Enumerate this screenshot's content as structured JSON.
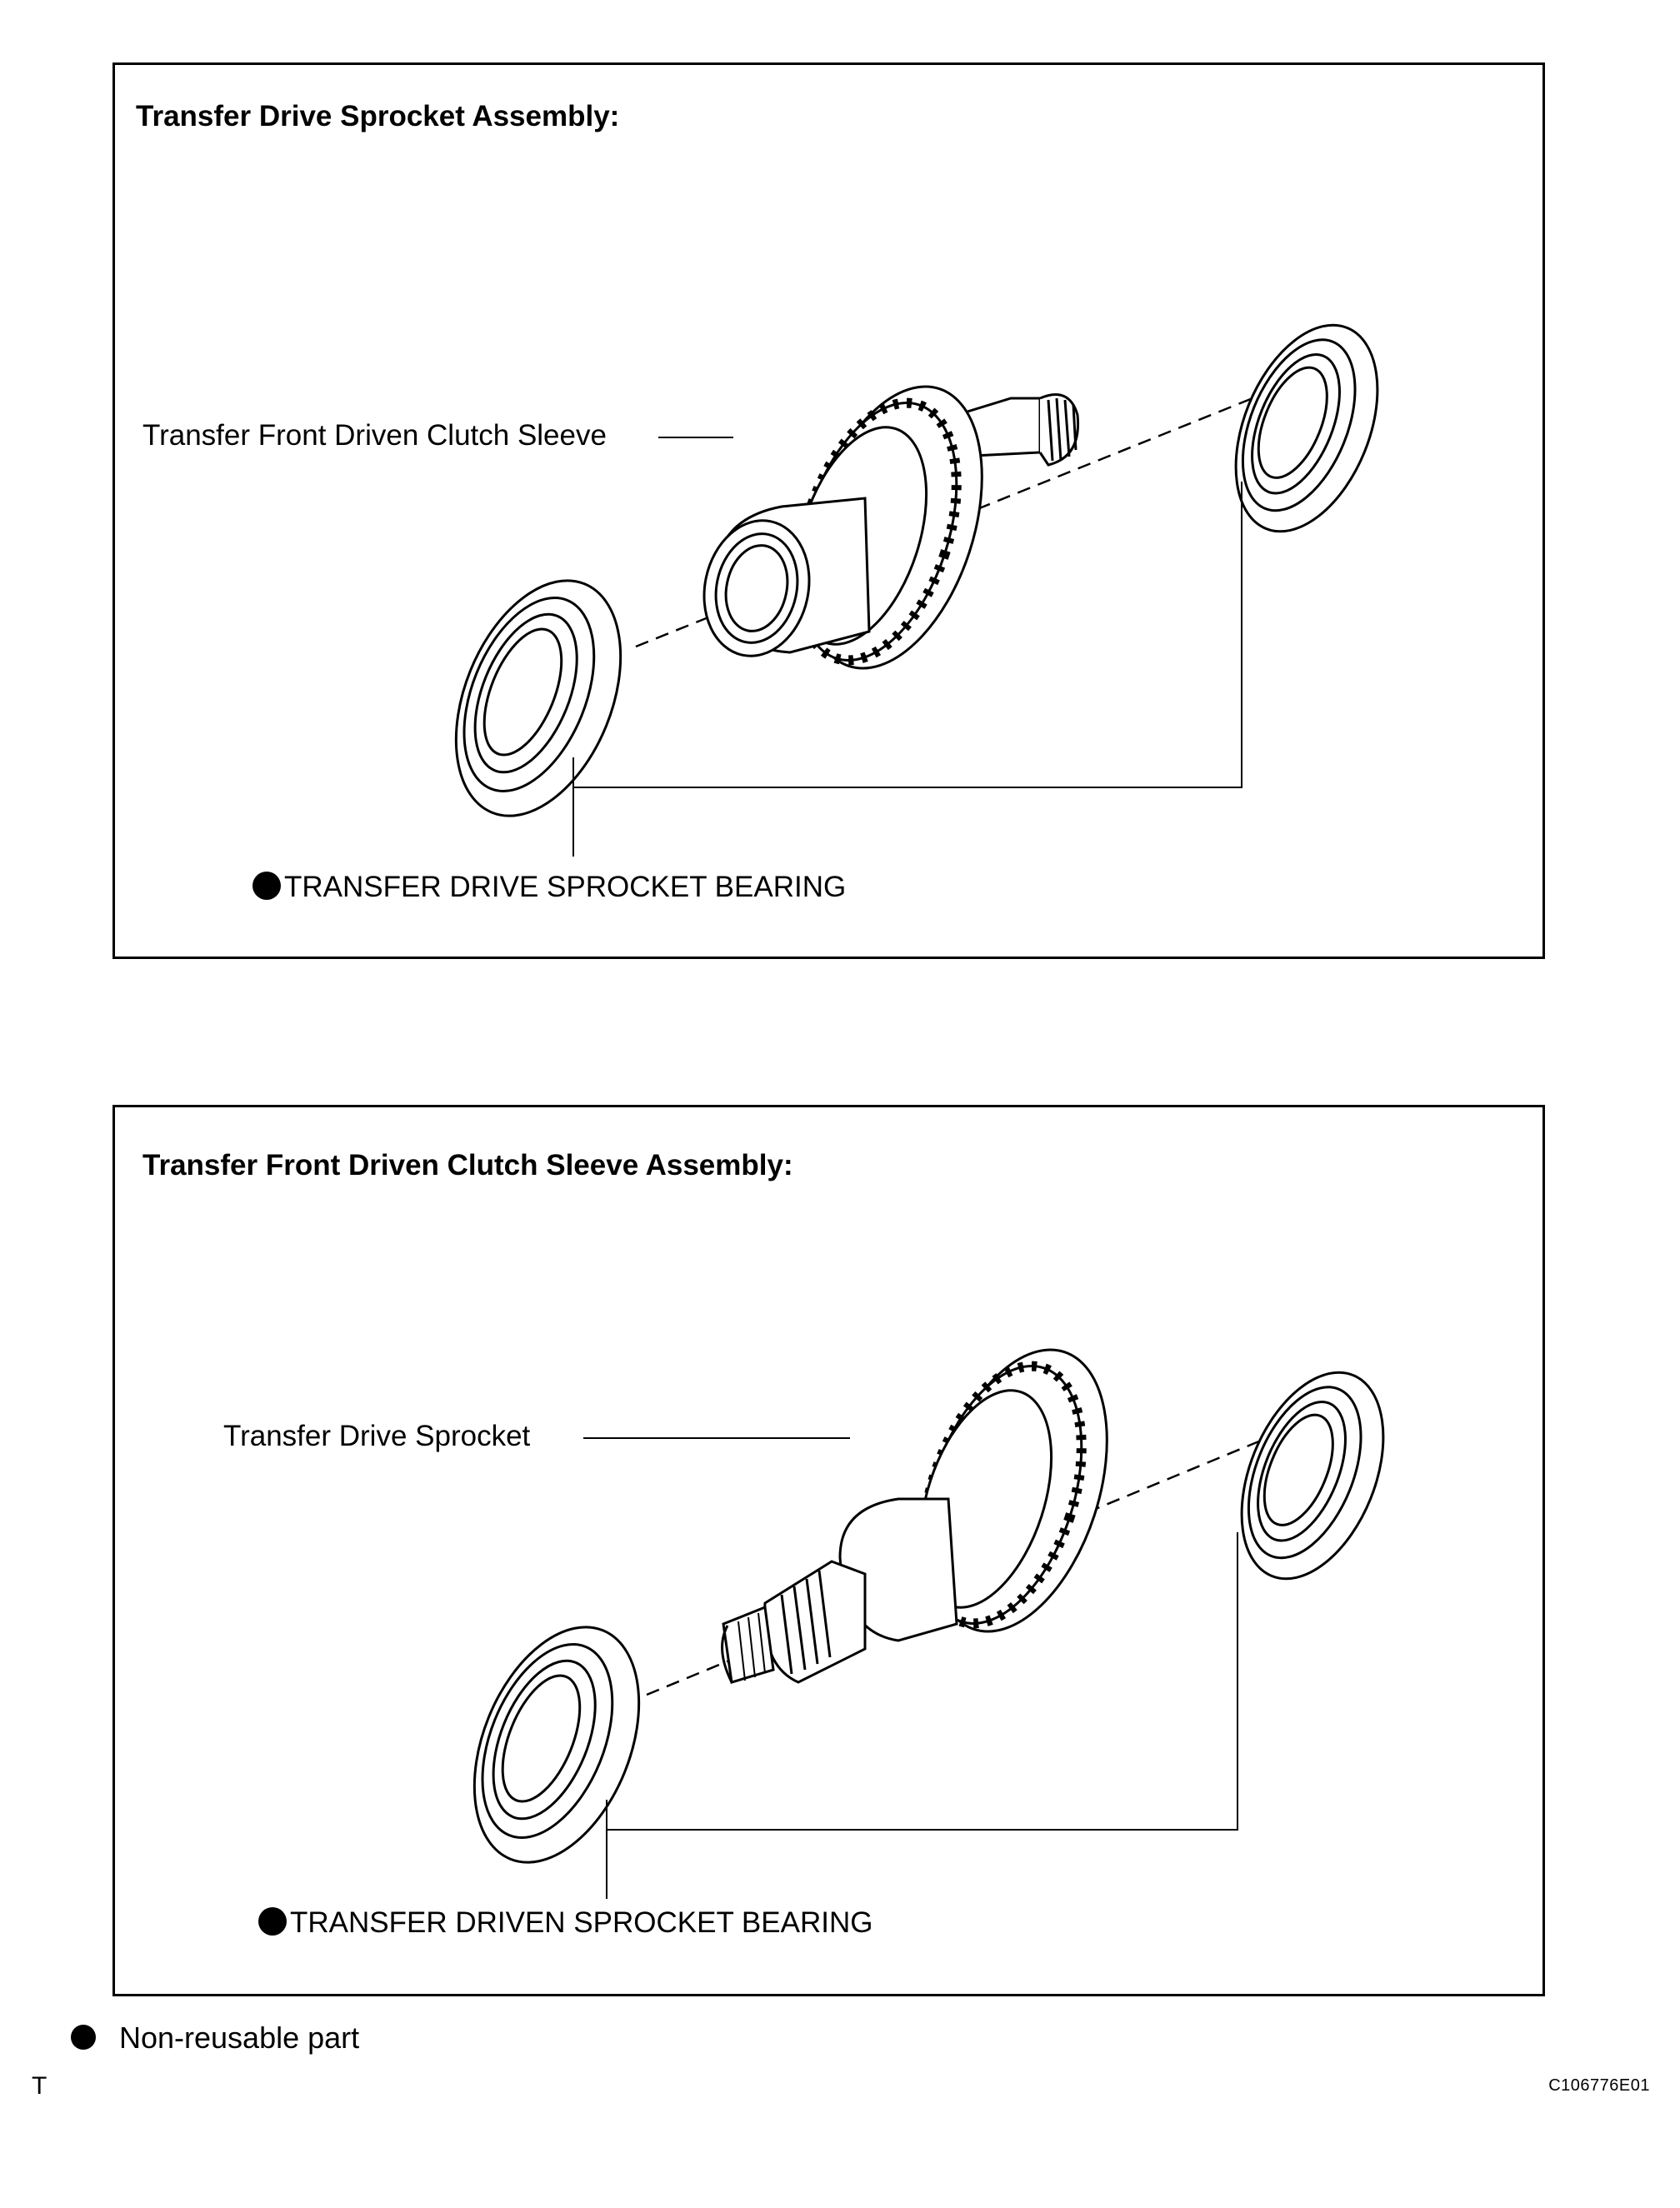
{
  "panels": [
    {
      "title": "Transfer Drive Sprocket Assembly:",
      "callout_top": "Transfer Front Driven Clutch Sleeve",
      "callout_bottom": "TRANSFER DRIVE SPROCKET BEARING"
    },
    {
      "title": "Transfer Front Driven Clutch Sleeve Assembly:",
      "callout_top": "Transfer Drive Sprocket",
      "callout_bottom": "TRANSFER DRIVEN SPROCKET BEARING"
    }
  ],
  "legend": {
    "icon": "filled-circle-icon",
    "text": "Non-reusable part"
  },
  "footer": {
    "page_letter": "T",
    "figure_code": "C106776E01"
  }
}
